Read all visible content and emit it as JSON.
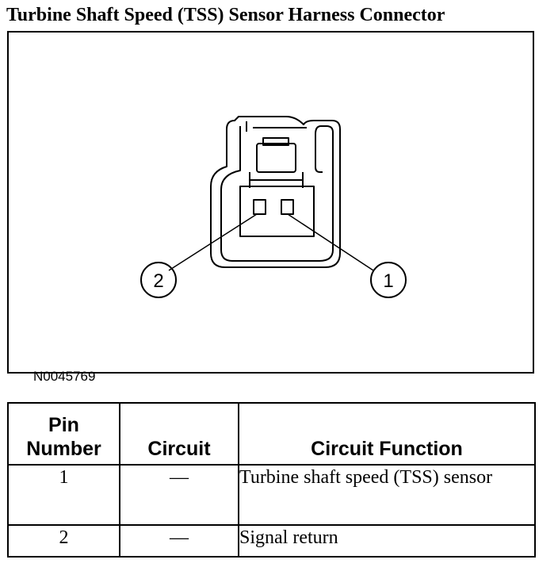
{
  "title": "Turbine Shaft Speed (TSS) Sensor Harness Connector",
  "diagram": {
    "figure_id": "N0045769",
    "callouts": [
      "2",
      "1"
    ]
  },
  "table": {
    "headers": [
      "Pin\nNumber",
      "Circuit",
      "Circuit Function"
    ],
    "rows": [
      {
        "pin": "1",
        "circuit": "—",
        "function": "Turbine shaft speed (TSS) sensor"
      },
      {
        "pin": "2",
        "circuit": "—",
        "function": "Signal return"
      }
    ]
  }
}
